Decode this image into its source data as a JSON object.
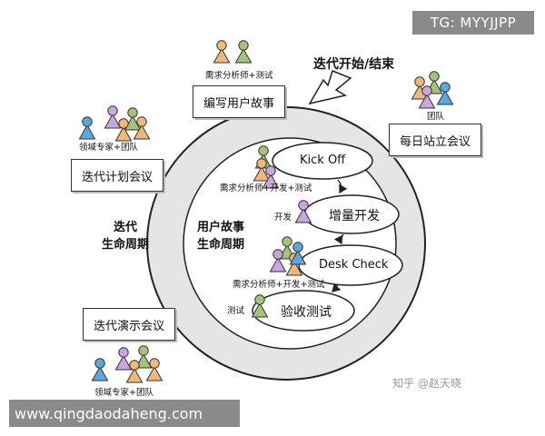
{
  "watermarks": {
    "top_right": "TG: MYYJJPP",
    "bottom_left": "www.qingdaodaheng.com",
    "credit": "知乎 @赵天晓"
  },
  "diagram": {
    "start_end_label": "迭代开始/结束",
    "outer_title": "迭代\n生命周期",
    "inner_title": "用户故事\n生命周期",
    "outer_stages": [
      {
        "box": "编写用户故事",
        "people": "需求分析师+测试"
      },
      {
        "box": "每日站立会议",
        "people": "团队"
      },
      {
        "box": "迭代计划会议",
        "people": "领域专家+团队"
      },
      {
        "box": "迭代演示会议",
        "people": "领域专家+团队"
      }
    ],
    "inner_steps": [
      {
        "label": "Kick Off",
        "people": "需求分析师+开发+测试"
      },
      {
        "label": "增量开发",
        "people": "开发"
      },
      {
        "label": "Desk Check",
        "people": "需求分析师+开发+测试"
      },
      {
        "label": "验收测试",
        "people": "测试"
      }
    ]
  }
}
